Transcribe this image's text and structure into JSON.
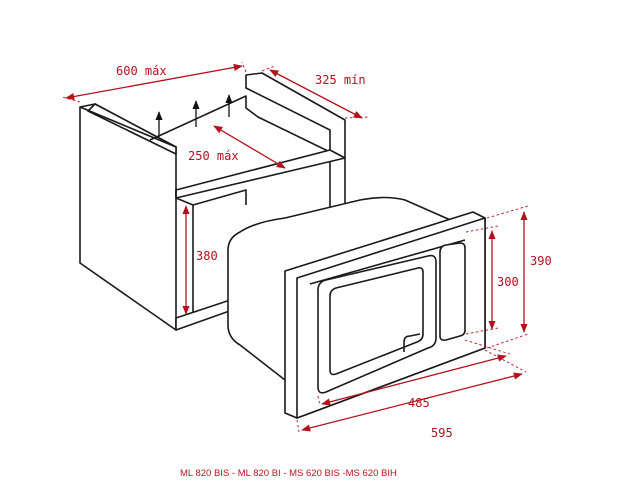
{
  "dimensions": {
    "width_max": "600 máx",
    "depth_min": "325 mín",
    "opening_max": "250 máx",
    "niche_height": "380",
    "frame_height": "390",
    "oven_height": "300",
    "oven_width": "485",
    "frame_width": "595"
  },
  "models_caption": "ML 820 BIS - ML 820 BI - MS 620 BIS  -MS 620 BIH",
  "icons": {
    "airflow": "arrow-up-icon"
  },
  "colors": {
    "dimension": "#b3121d",
    "caption": "#c0141c",
    "outline": "#1a1a1a"
  }
}
